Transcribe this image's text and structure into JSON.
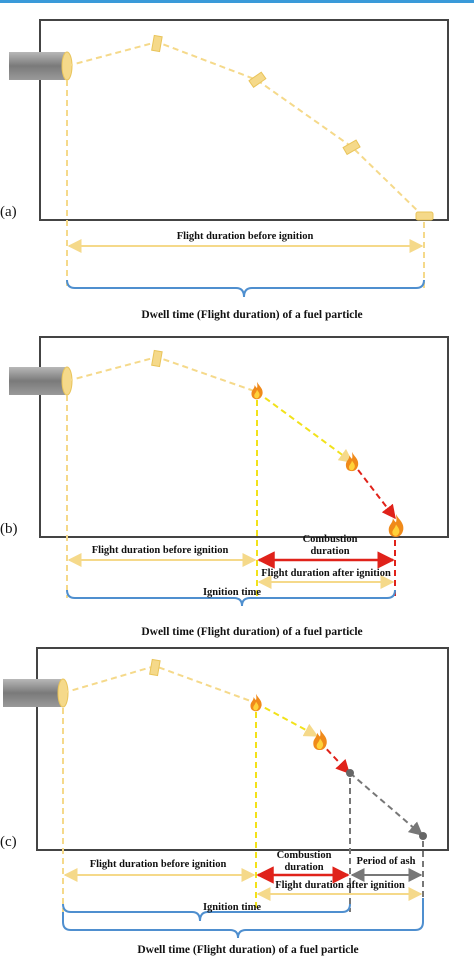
{
  "panels": [
    {
      "id": "a",
      "label": "(a)",
      "flight_before": "Flight duration before ignition",
      "dwell": "Dwell time (Flight duration) of a fuel particle"
    },
    {
      "id": "b",
      "label": "(b)",
      "flight_before": "Flight duration before ignition",
      "combustion": "Combustion duration",
      "flight_after": "Flight duration after ignition",
      "ignition_time": "Ignition time",
      "dwell": "Dwell time (Flight duration) of a fuel particle"
    },
    {
      "id": "c",
      "label": "(c)",
      "flight_before": "Flight duration before ignition",
      "combustion": "Combustion duration",
      "ash": "Period of ash",
      "flight_after": "Flight duration after ignition",
      "ignition_time": "Ignition time",
      "dwell": "Dwell time (Flight duration) of a fuel particle"
    }
  ],
  "colors": {
    "trajectory": "#f5d98a",
    "ignited_path": "#f2e21a",
    "combustion": "#e0221a",
    "ash": "#6e6e6e",
    "brace": "#4f8fcf",
    "tube": "#8c8c8c",
    "flame": "#f08a1a"
  }
}
